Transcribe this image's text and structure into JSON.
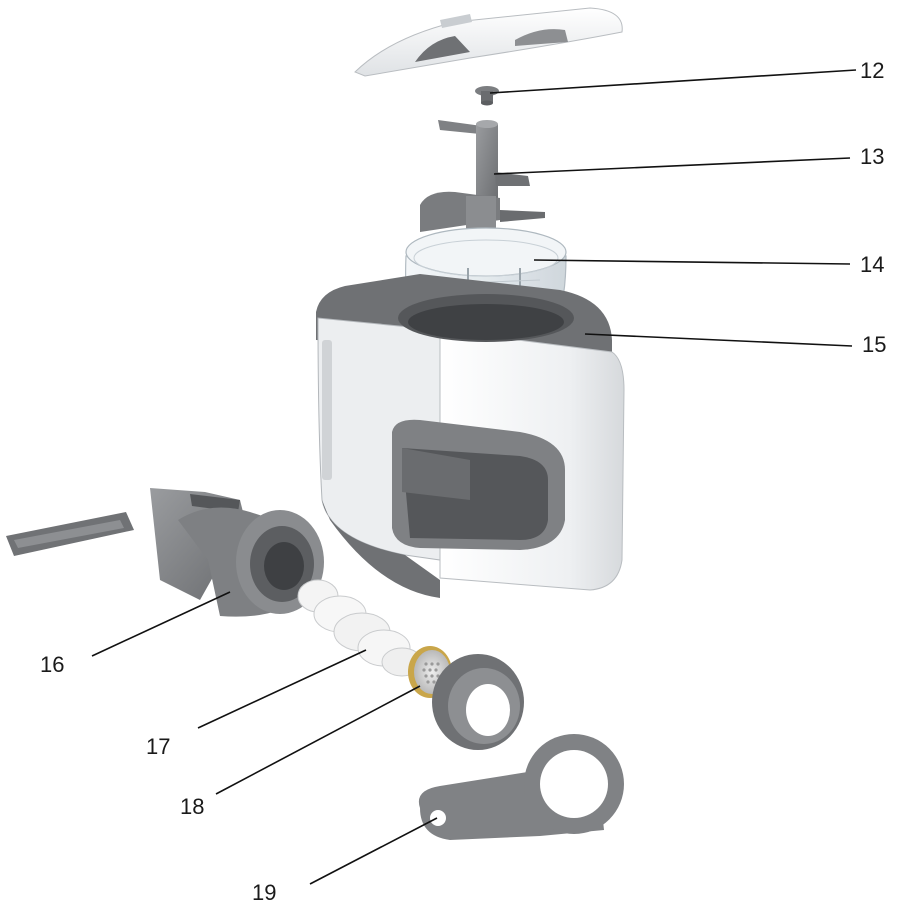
{
  "callouts": [
    {
      "id": "12",
      "label": "12",
      "part": "lid-knob"
    },
    {
      "id": "13",
      "label": "13",
      "part": "pusher-arm"
    },
    {
      "id": "14",
      "label": "14",
      "part": "mixing-bowl"
    },
    {
      "id": "15",
      "label": "15",
      "part": "motor-base"
    },
    {
      "id": "16",
      "label": "16",
      "part": "extruder-housing"
    },
    {
      "id": "17",
      "label": "17",
      "part": "auger-screw"
    },
    {
      "id": "18",
      "label": "18",
      "part": "die-disc"
    },
    {
      "id": "19",
      "label": "19",
      "part": "spanner-wrench"
    }
  ],
  "colors": {
    "body_white": "#f2f3f4",
    "body_shade": "#d9dcdf",
    "trim_dark": "#6f7174",
    "part_gray": "#8d8f92",
    "part_dark": "#5c5e61",
    "bowl_glass": "#e8eef2"
  }
}
